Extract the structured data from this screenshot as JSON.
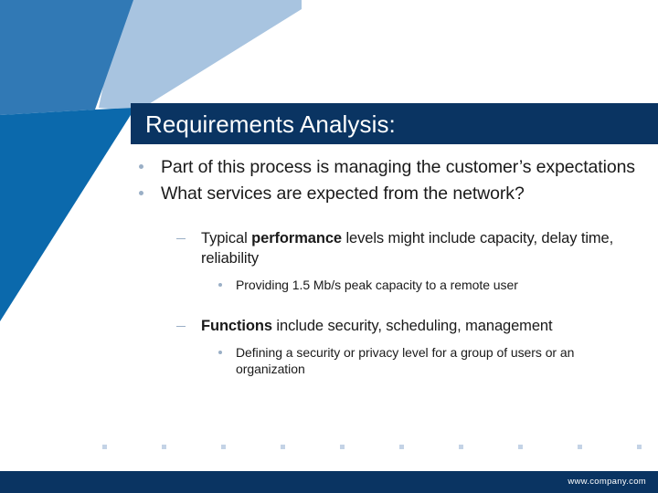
{
  "slide": {
    "title": "Requirements Analysis:",
    "footer_url": "www.company.com",
    "colors": {
      "title_bar": "#0a3462",
      "footer_bar": "#0a3462",
      "deco_medium_blue": "#3179b5",
      "deco_light_blue": "#a8c4e0",
      "deco_strong_blue": "#0b69ac",
      "bullet_marker": "#9aafc6",
      "dot_square": "#c4d3e6",
      "body_text": "#1a1a1a",
      "background": "#ffffff"
    },
    "bullets": {
      "l1_a": "Part of this process is managing the customer’s expectations",
      "l1_b": "What services are expected from the network?",
      "l2_a_pre": "Typical ",
      "l2_a_bold": "performance",
      "l2_a_post": " levels might include capacity, delay time, reliability",
      "l3_a": "Providing 1.5 Mb/s peak capacity to a remote user",
      "l2_b_bold": "Functions",
      "l2_b_post": " include security, scheduling, management",
      "l3_b": "Defining a security or privacy level for a group of users or an organization"
    },
    "dot_row": {
      "count": 10
    }
  }
}
